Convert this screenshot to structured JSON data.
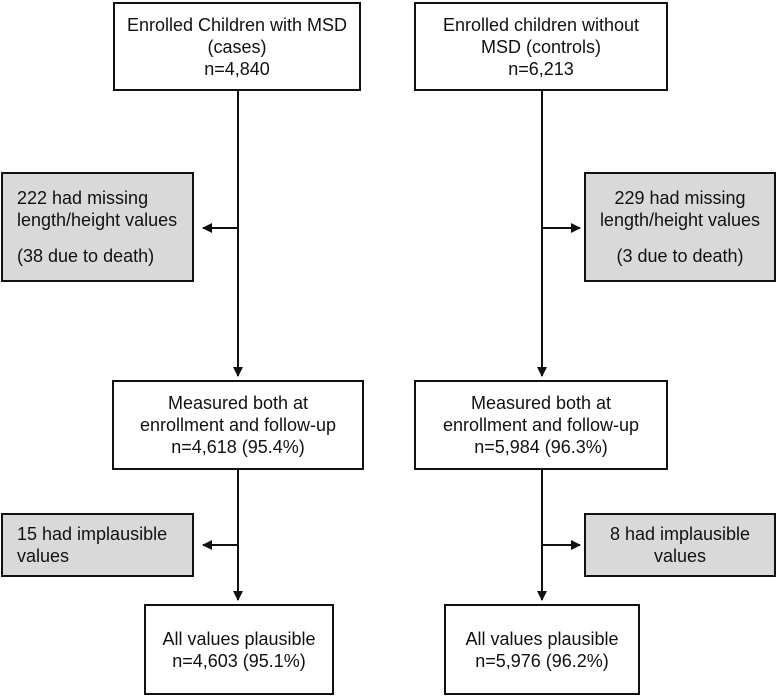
{
  "left": {
    "enrolled": [
      "Enrolled Children with MSD",
      "(cases)",
      "n=4,840"
    ],
    "missing": [
      "222 had missing",
      "length/height values",
      "(38 due to death)"
    ],
    "measured": [
      "Measured both at",
      "enrollment and follow-up",
      "n=4,618 (95.4%)"
    ],
    "implausible": [
      "15 had implausible",
      "values"
    ],
    "plausible": [
      "All values plausible",
      "n=4,603 (95.1%)"
    ]
  },
  "right": {
    "enrolled": [
      "Enrolled children without",
      "MSD (controls)",
      "n=6,213"
    ],
    "missing": [
      "229 had missing",
      "length/height values",
      "(3 due to death)"
    ],
    "measured": [
      "Measured both at",
      "enrollment and follow-up",
      "n=5,984 (96.3%)"
    ],
    "implausible": [
      "8 had implausible",
      "values"
    ],
    "plausible": [
      "All values plausible",
      "n=5,976 (96.2%)"
    ]
  }
}
